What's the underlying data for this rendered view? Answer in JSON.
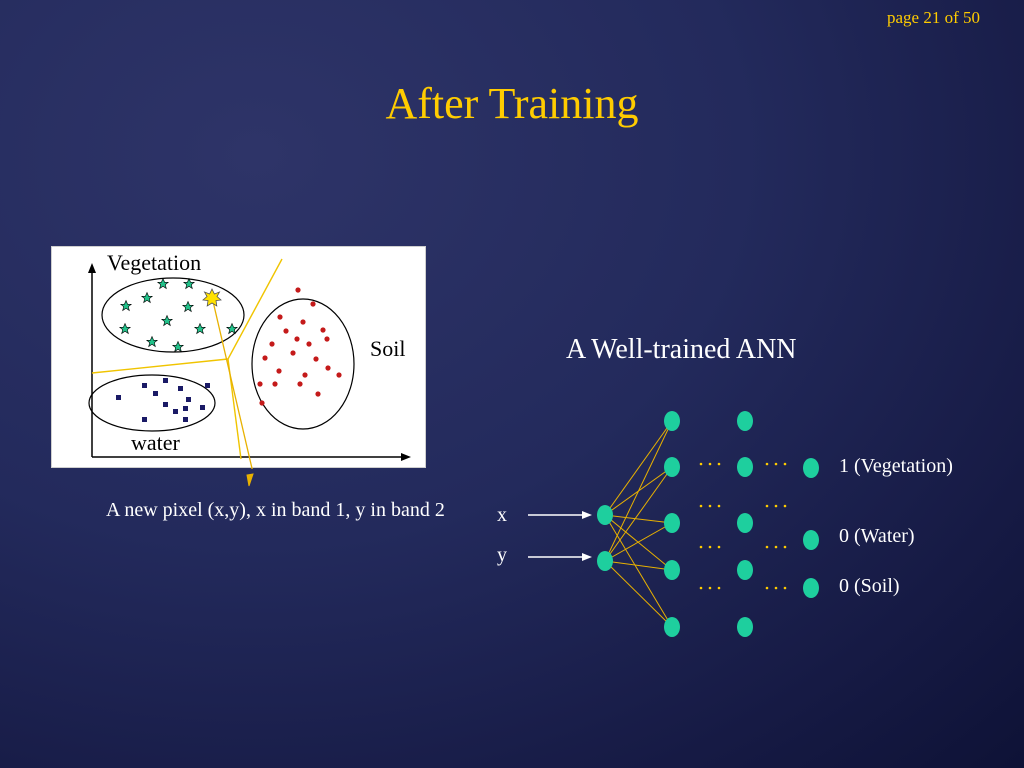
{
  "page_number": "page 21 of 50",
  "title": "After Training",
  "colors": {
    "title": "#ffcc00",
    "text": "#ffffff",
    "neuron": "#1ecf9e",
    "connection": "#e8b100",
    "marker": "#ffe100"
  },
  "scatter_plot": {
    "labels": {
      "vegetation": "Vegetation",
      "soil": "Soil",
      "water": "water"
    }
  },
  "caption": "A new pixel (x,y),  x in band 1, y in band 2",
  "ann": {
    "title": "A Well-trained ANN",
    "inputs": [
      "x",
      "y"
    ],
    "outputs": [
      "1 (Vegetation)",
      "0 (Water)",
      "0 (Soil)"
    ]
  }
}
